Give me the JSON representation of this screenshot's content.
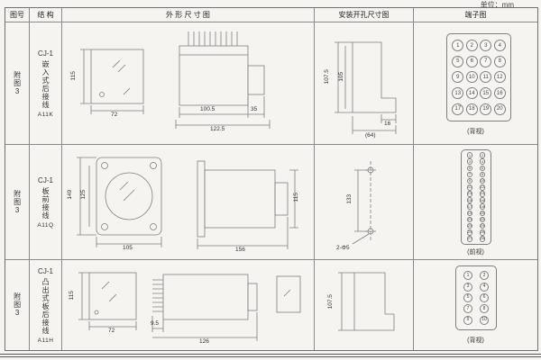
{
  "unit_label": "单位：mm",
  "table": {
    "headers": [
      "图号",
      "结 构",
      "外 形 尺 寸 图",
      "安装开孔尺寸图",
      "端子图"
    ]
  },
  "rows": [
    {
      "fig_no": "附图3",
      "structure_model": "CJ-1",
      "structure_desc": "嵌入式后接线",
      "structure_code": "A11K",
      "outline": {
        "height": "115",
        "width": "72",
        "body_width": "100.5",
        "overall_width": "122.5",
        "tail_width": "35"
      },
      "install": {
        "height_outer": "107.5",
        "height_inner": "105",
        "depth": "16",
        "note": "(64)"
      },
      "terminal": {
        "caption": "(背视)",
        "numbers": [
          "1",
          "2",
          "3",
          "4",
          "5",
          "6",
          "7",
          "8",
          "9",
          "10",
          "11",
          "12",
          "13",
          "14",
          "15",
          "16",
          "17",
          "18",
          "19",
          "20"
        ]
      }
    },
    {
      "fig_no": "附图3",
      "structure_model": "CJ-1",
      "structure_desc": "板前接线",
      "structure_code": "A11Q",
      "outline": {
        "height_outer": "149",
        "height_inner": "125",
        "width": "105",
        "length": "156",
        "side_height": "115"
      },
      "install": {
        "hole_spacing": "133",
        "hole_note": "2-Φ5"
      },
      "terminal": {
        "caption": "(前视)",
        "numbers": [
          "1",
          "2",
          "3",
          "4",
          "5",
          "6",
          "7",
          "8",
          "9",
          "10",
          "11",
          "12",
          "13",
          "14",
          "15",
          "16",
          "17",
          "18",
          "19",
          "20",
          "21",
          "22",
          "23",
          "24",
          "25",
          "26",
          "27",
          "28"
        ]
      }
    },
    {
      "fig_no": "附图3",
      "structure_model": "CJ-1",
      "structure_desc": "凸出式板后接线",
      "structure_code": "A11H",
      "outline": {
        "height": "115",
        "width": "72",
        "pin_length": "9.5",
        "length": "126"
      },
      "install": {
        "height": "107.5"
      },
      "terminal": {
        "caption": "(背视)",
        "numbers": [
          "1",
          "2",
          "3",
          "4",
          "5",
          "6",
          "7",
          "8",
          "9",
          "10"
        ]
      }
    }
  ]
}
